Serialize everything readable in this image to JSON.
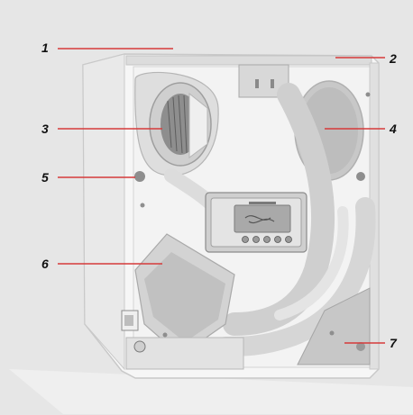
{
  "diagram": {
    "callouts": [
      {
        "id": "1",
        "label": "1"
      },
      {
        "id": "2",
        "label": "2"
      },
      {
        "id": "3",
        "label": "3"
      },
      {
        "id": "4",
        "label": "4"
      },
      {
        "id": "5",
        "label": "5"
      },
      {
        "id": "6",
        "label": "6"
      },
      {
        "id": "7",
        "label": "7"
      }
    ]
  },
  "colors": {
    "background": "#e6e6e6",
    "leader_line": "#d63a3a",
    "housing": "#f2f2f2",
    "housing_shadow": "#cfcfcf",
    "duct": "#d9d9d9",
    "duct_dark": "#bdbdbd",
    "display": "#9e9e9e"
  },
  "icons": {
    "control_panel": "control-display-icon",
    "fan_left": "fan-rotor-icon",
    "filter_right": "round-port-icon"
  }
}
